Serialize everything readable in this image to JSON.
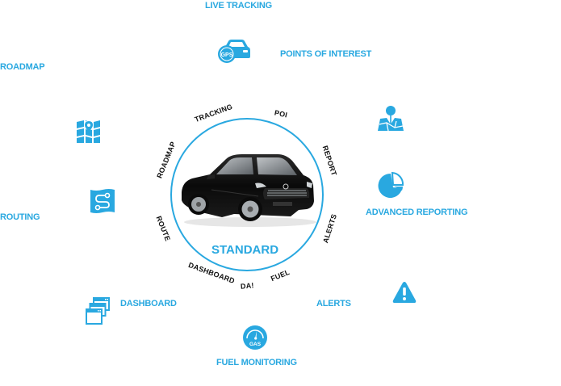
{
  "features": {
    "live_tracking": "LIVE TRACKING",
    "points_of_interest": "POINTS OF INTEREST",
    "roadmap": "ROADMAP",
    "routing": "ROUTING",
    "dashboard": "DASHBOARD",
    "fuel_monitoring": "FUEL MONITORING",
    "alerts": "ALERTS",
    "advanced_reporting": "ADVANCED REPORTING"
  },
  "plan": {
    "name": "STANDARD"
  },
  "ring_labels": {
    "tracking": "TRACKING",
    "poi": "POI",
    "report": "REPORT",
    "alerts": "ALERTS",
    "fuel": "FUEL",
    "das": "DA!",
    "dashboard": "DASHBOARD",
    "route": "ROUTE",
    "roadmap": "ROADMAP"
  },
  "icons": {
    "gps_car": "gps-car-icon",
    "map": "map-icon",
    "route": "route-icon",
    "windows": "windows-icon",
    "gas_gauge": "gas-gauge-icon",
    "warning": "warning-icon",
    "pie_chart": "pie-chart-icon",
    "map_pin": "map-pin-icon"
  },
  "colors": {
    "accent": "#29a8e0",
    "text_dark": "#111111",
    "background": "#ffffff"
  }
}
